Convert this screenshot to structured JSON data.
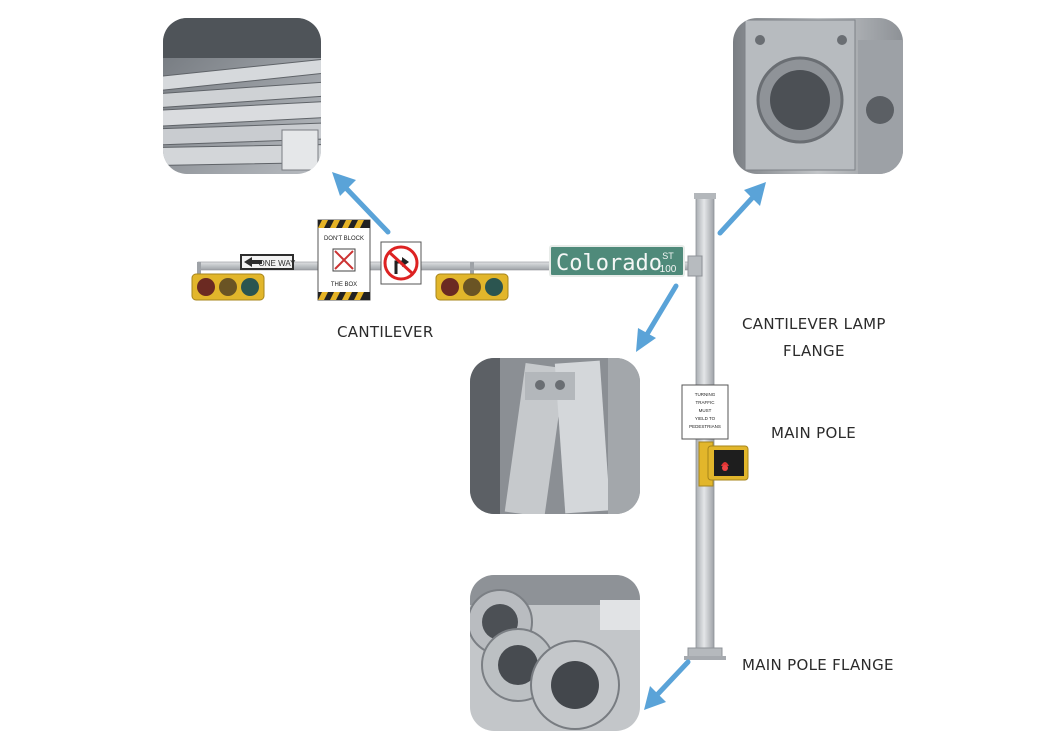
{
  "labels": {
    "cantilever": "CANTILEVER",
    "cantilever_lamp_flange_line1": "CANTILEVER LAMP",
    "cantilever_lamp_flange_line2": "FLANGE",
    "main_pole": "MAIN POLE",
    "main_pole_flange": "MAIN POLE FLANGE"
  },
  "signs": {
    "street_name": "Colorado",
    "street_suffix": "ST",
    "street_number": "100",
    "one_way": "ONE WAY",
    "dont_block_line1": "DON'T BLOCK",
    "dont_block_line2": "THE BOX",
    "turning_traffic_line1": "TURNING",
    "turning_traffic_line2": "TRAFFIC",
    "turning_traffic_line3": "MUST",
    "turning_traffic_line4": "YIELD TO",
    "turning_traffic_line5": "PEDESTRIANS"
  },
  "colors": {
    "arrow": "#5aa3d8",
    "pole": "#c9ccd0",
    "street_sign": "#4f8a7a",
    "signal_housing": "#e2b62b",
    "text": "#2b2b2b"
  }
}
